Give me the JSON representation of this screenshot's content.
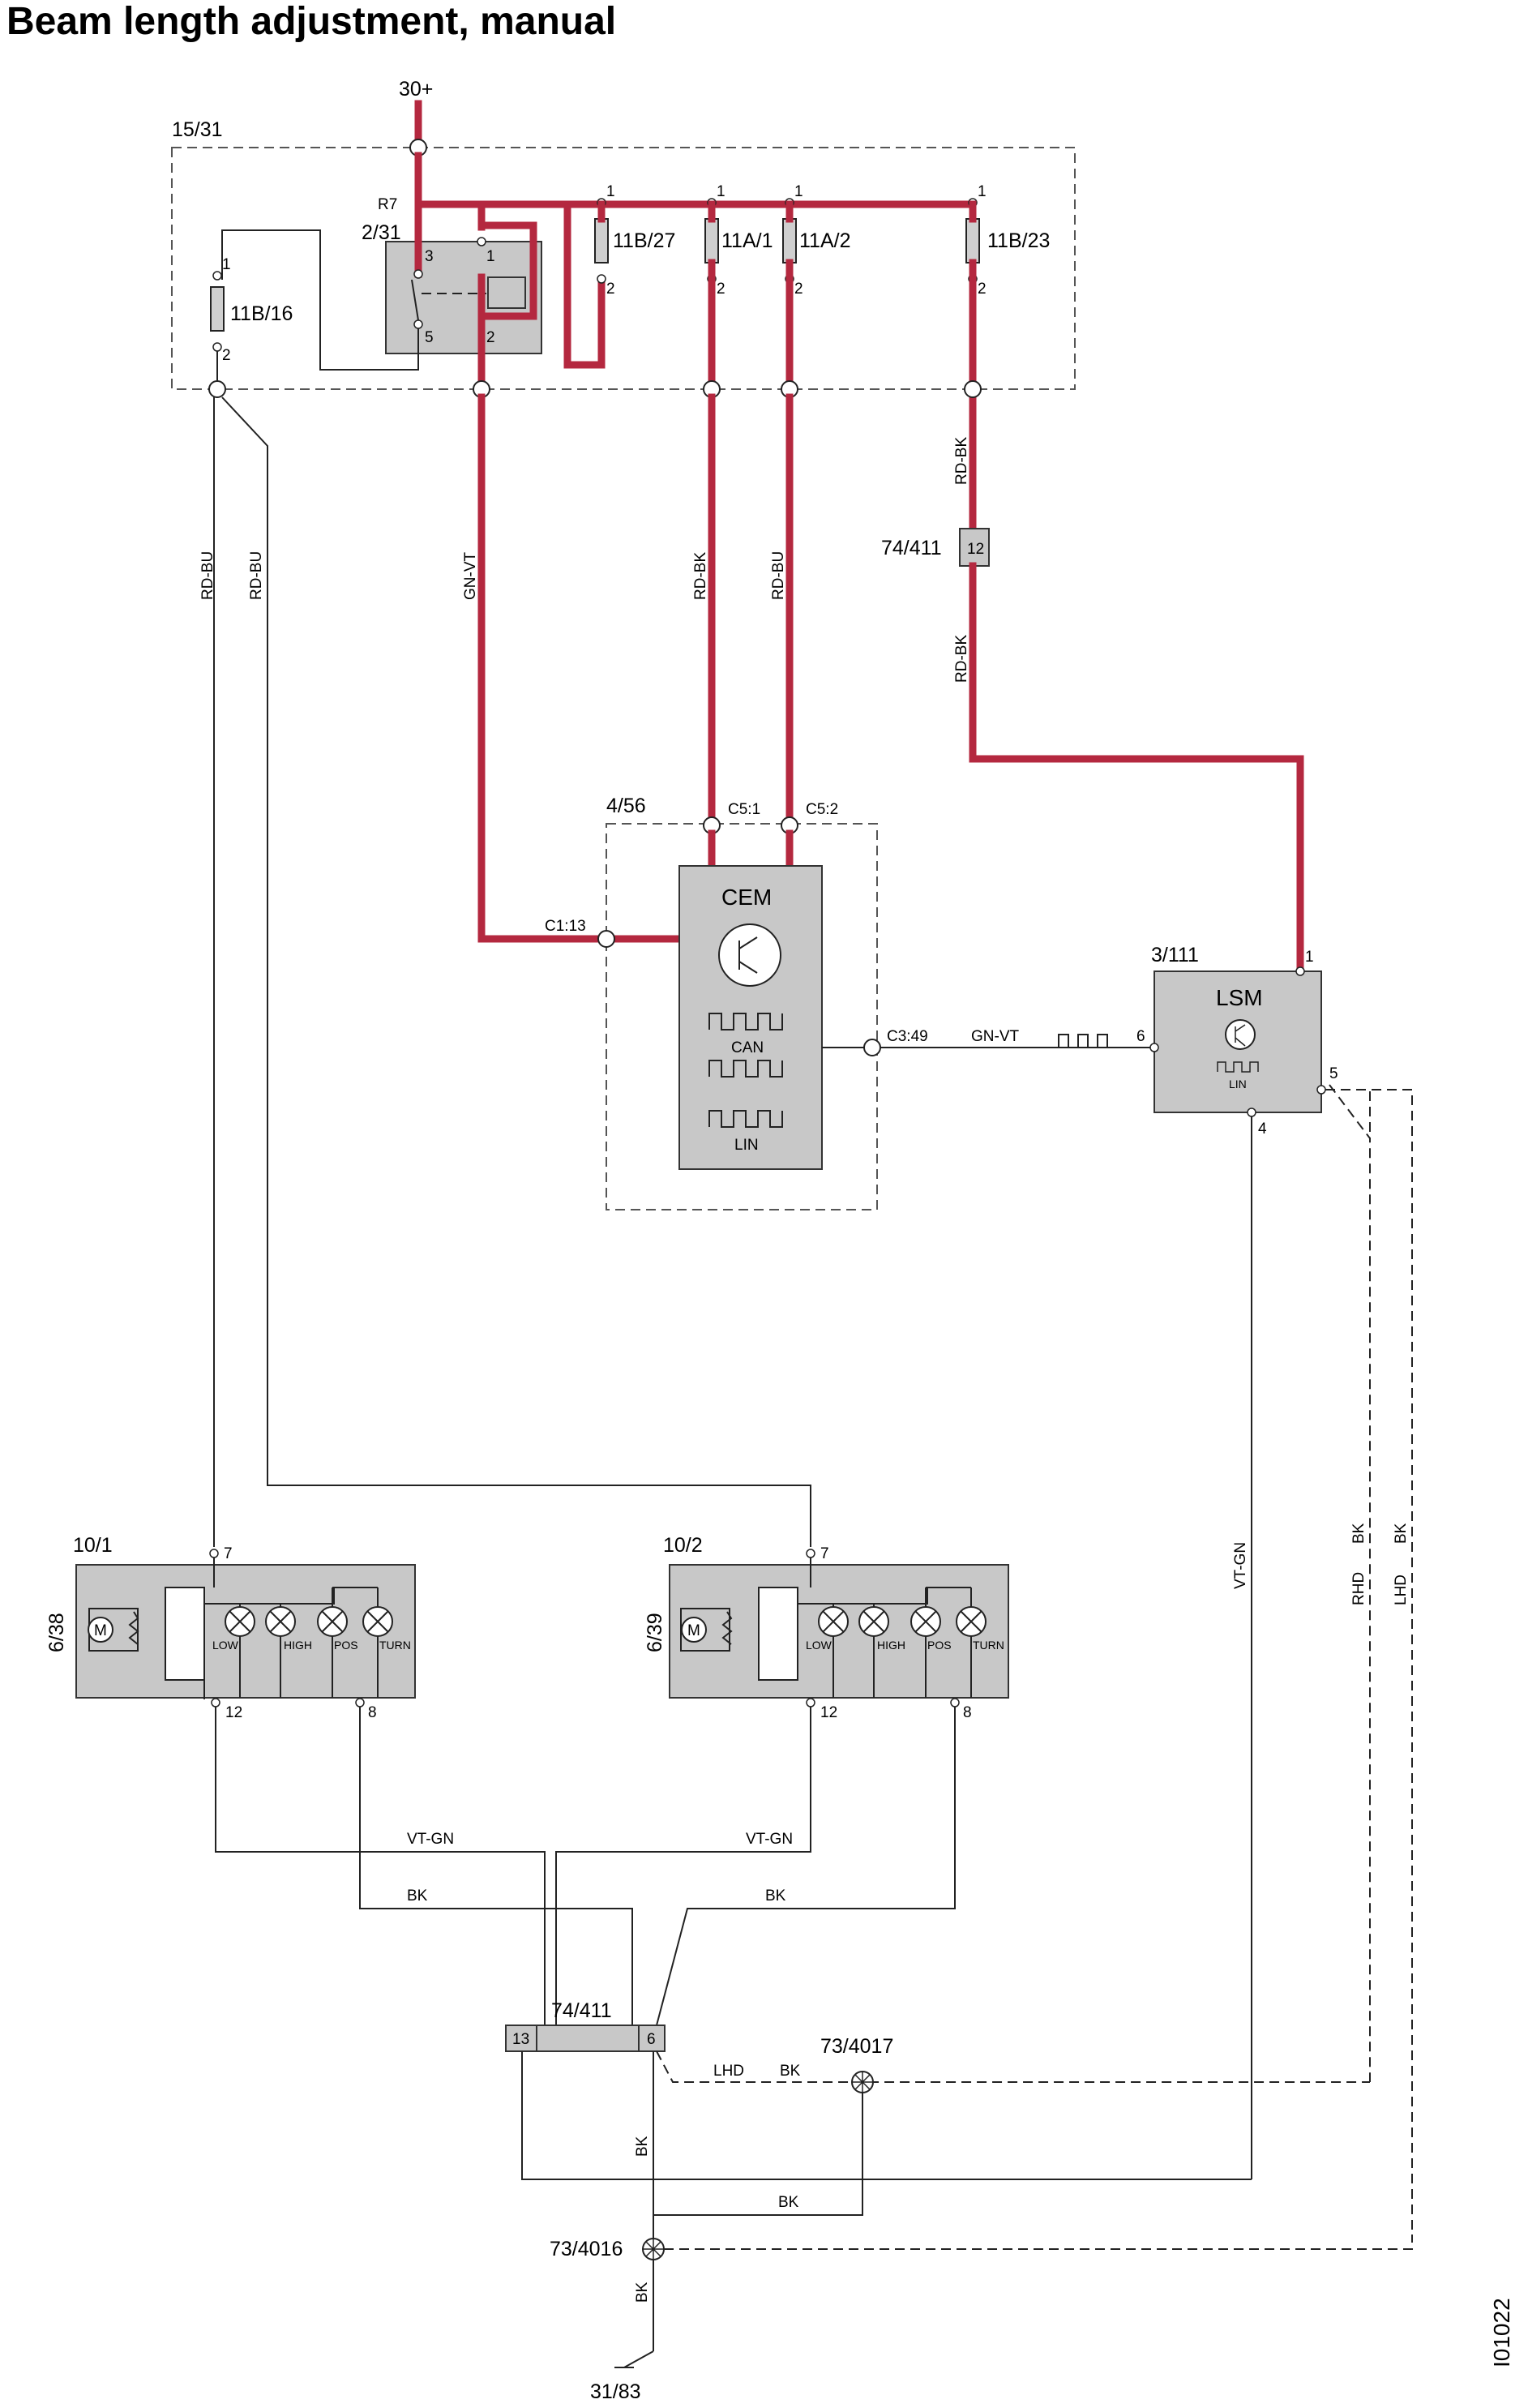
{
  "title": "Beam length adjustment, manual",
  "doc_id": "I01022",
  "supply": {
    "label": "30+"
  },
  "ground": {
    "label": "31/83"
  },
  "fuse_box": {
    "label": "15/31",
    "relay_label": "2/31",
    "resistor_label": "R7"
  },
  "fuses": [
    {
      "label": "11B/16",
      "pin_top": "1",
      "pin_bottom": "2"
    },
    {
      "label": "11B/27",
      "pin_top": "1",
      "pin_bottom": "2"
    },
    {
      "label": "11A/1",
      "pin_top": "1",
      "pin_bottom": "2"
    },
    {
      "label": "11A/2",
      "pin_top": "1",
      "pin_bottom": "2"
    },
    {
      "label": "11B/23",
      "pin_top": "1",
      "pin_bottom": "2"
    }
  ],
  "relay_pins": {
    "p3": "3",
    "p1": "1",
    "p5": "5",
    "p2": "2"
  },
  "wires": {
    "rd_bu_1": "RD-BU",
    "rd_bu_2": "RD-BU",
    "gn_vt": "GN-VT",
    "rd_bk": "RD-BK",
    "rd_bu_3": "RD-BU",
    "rd_bk_top": "RD-BK",
    "rd_bk_bottom": "RD-BK",
    "gn_vt_can": "GN-VT",
    "vt_gn_right": "VT-GN",
    "rhd": "RHD",
    "rhd_bk": "BK",
    "lhd": "LHD",
    "lhd_bk": "BK",
    "vt_gn_left": "VT-GN",
    "vt_gn_mid": "VT-GN",
    "bk_left": "BK",
    "bk_mid": "BK",
    "lhd_lower": "LHD",
    "bk_lower": "BK",
    "bk_vertical": "BK",
    "bk_splice": "BK",
    "bk_ground": "BK"
  },
  "connector_12": {
    "label": "74/411",
    "pin": "12"
  },
  "cem": {
    "box_label": "4/56",
    "name": "CEM",
    "can_label": "CAN",
    "lin_label": "LIN",
    "pin_c1": "C1:13",
    "pin_c5_1": "C5:1",
    "pin_c5_2": "C5:2",
    "pin_c3": "C3:49"
  },
  "lsm": {
    "box_label": "3/111",
    "name": "LSM",
    "lin_label": "LIN",
    "pin_1": "1",
    "pin_6": "6",
    "pin_5": "5",
    "pin_4": "4"
  },
  "headlamp_left": {
    "label": "10/1",
    "motor_label": "6/38",
    "motor": "M",
    "pin_7": "7",
    "pin_12": "12",
    "pin_8": "8",
    "lamps": [
      "LOW",
      "HIGH",
      "POS",
      "TURN"
    ]
  },
  "headlamp_right": {
    "label": "10/2",
    "motor_label": "6/39",
    "motor": "M",
    "pin_7": "7",
    "pin_12": "12",
    "pin_8": "8",
    "lamps": [
      "LOW",
      "HIGH",
      "POS",
      "TURN"
    ]
  },
  "connector_13_6": {
    "label": "74/411",
    "pin_13": "13",
    "pin_6": "6"
  },
  "splice_upper": {
    "label": "73/4017"
  },
  "splice_lower": {
    "label": "73/4016"
  }
}
